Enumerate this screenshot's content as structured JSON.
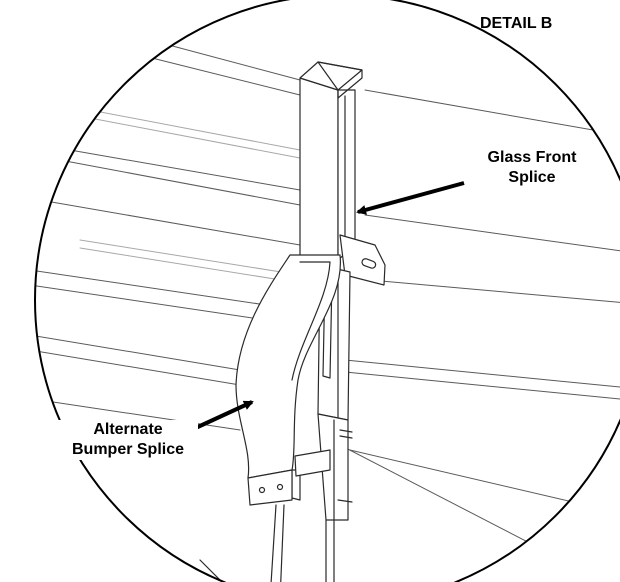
{
  "title": "DETAIL B",
  "callouts": {
    "glass_front": {
      "line1": "Glass Front",
      "line2": "Splice"
    },
    "bumper": {
      "line1": "Alternate",
      "line2": "Bumper Splice"
    }
  },
  "colors": {
    "line": "#2a2a2a",
    "light_line": "#9a9a9a",
    "background": "#ffffff"
  }
}
